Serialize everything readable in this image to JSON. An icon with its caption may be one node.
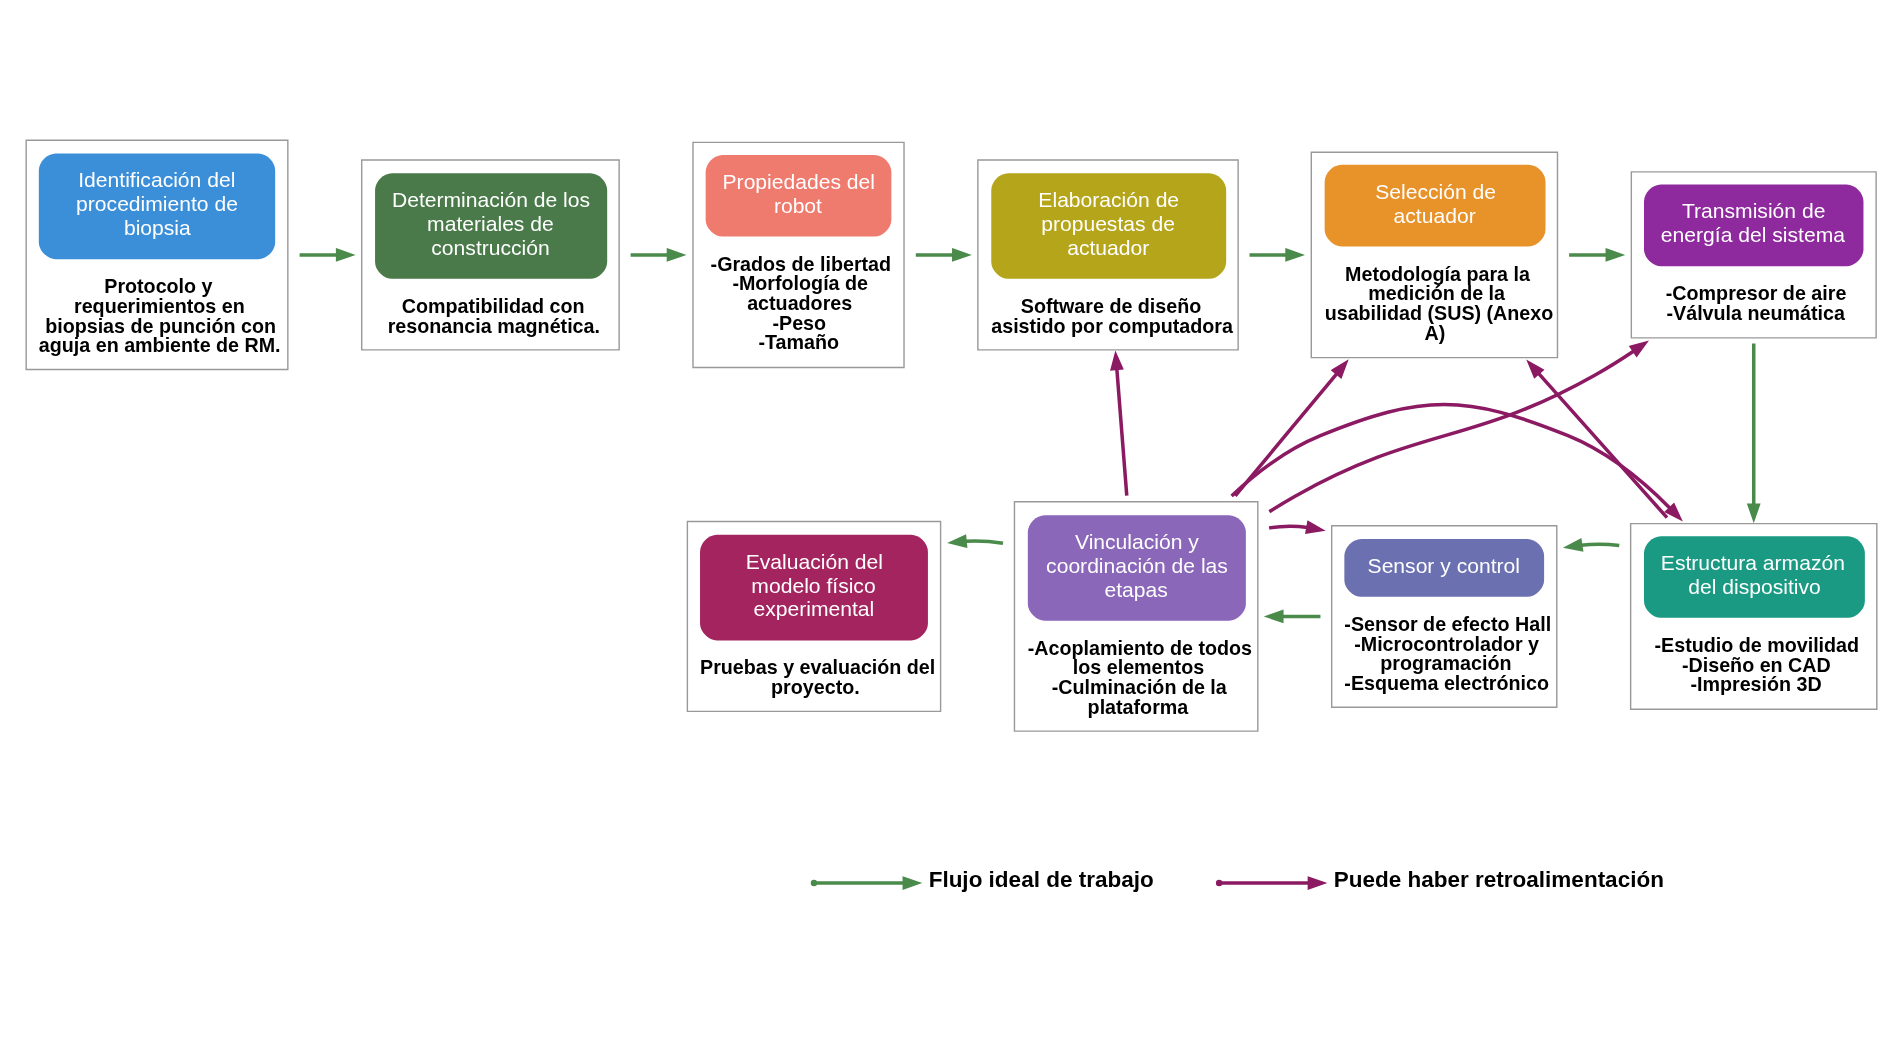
{
  "diagram": {
    "nodes": [
      {
        "text": [
          "Identificación del procedimiento de biopsia",
          "Protocolo y requerimientos en biopsias de punción con aguja en ambiente de RM."
        ]
      },
      {
        "text": [
          "Determinación de los materiales de construcción",
          "Compatibilidad con resonancia magnética."
        ]
      },
      {
        "text": [
          "Propiedades del robot",
          "-Grados de libertad",
          "-Morfología de actuadores",
          "-Peso",
          "-Tamaño"
        ]
      },
      {
        "text": [
          "Elaboración de propuestas de actuador",
          "Software de diseño asistido por computadora"
        ]
      },
      {
        "text": [
          "Selección de actuador",
          "Metodología para la medición de la usabilidad (SUS) (Anexo A)"
        ]
      },
      {
        "text": [
          "Transmisión de energía del sistema",
          "-Compresor de aire",
          "-Válvula neumática"
        ]
      },
      {
        "text": [
          "Evaluación del modelo físico experimental",
          "Pruebas y evaluación del proyecto."
        ]
      },
      {
        "text": [
          "Vinculación y coordinación de las etapas",
          "-Acoplamiento de todos los elementos",
          "-Culminación de la plataforma"
        ]
      },
      {
        "text": [
          "Sensor y control",
          "-Sensor de efecto Hall",
          "-Microcontrolador y programación",
          "-Esquema electrónico"
        ]
      },
      {
        "text": [
          "Estructura armazón del dispositivo",
          "-Estudio de movilidad",
          "-Diseño en CAD",
          "-Impresión 3D"
        ]
      }
    ],
    "edges": [
      {
        "from": 0,
        "to": 1,
        "arrow": "to"
      },
      {
        "from": 1,
        "to": 2,
        "arrow": "to"
      },
      {
        "from": 2,
        "to": 3,
        "arrow": "to"
      },
      {
        "from": 3,
        "to": 4,
        "arrow": "to"
      },
      {
        "from": 4,
        "to": 5,
        "arrow": "to"
      },
      {
        "from": 5,
        "to": 9,
        "arrow": "to"
      },
      {
        "from": 9,
        "to": 8,
        "arrow": "to"
      },
      {
        "from": 8,
        "to": 7,
        "arrow": "to"
      },
      {
        "from": 7,
        "to": 6,
        "arrow": "to"
      },
      {
        "from": 7,
        "to": 3,
        "arrow": "to",
        "color": "#8b1a62"
      },
      {
        "from": 7,
        "to": 4,
        "arrow": "to",
        "color": "#8b1a62"
      },
      {
        "from": 7,
        "to": 5,
        "arrow": "to",
        "color": "#8b1a62"
      },
      {
        "from": 7,
        "to": 8,
        "arrow": "to",
        "color": "#8b1a62"
      },
      {
        "from": 7,
        "to": 9,
        "arrow": "to",
        "color": "#8b1a62"
      },
      {
        "from": 9,
        "to": 4,
        "arrow": "to",
        "color": "#8b1a62"
      }
    ],
    "legend": [
      {
        "text": "Flujo ideal de trabajo"
      },
      {
        "text": "Puede haber retroalimentación"
      }
    ]
  }
}
